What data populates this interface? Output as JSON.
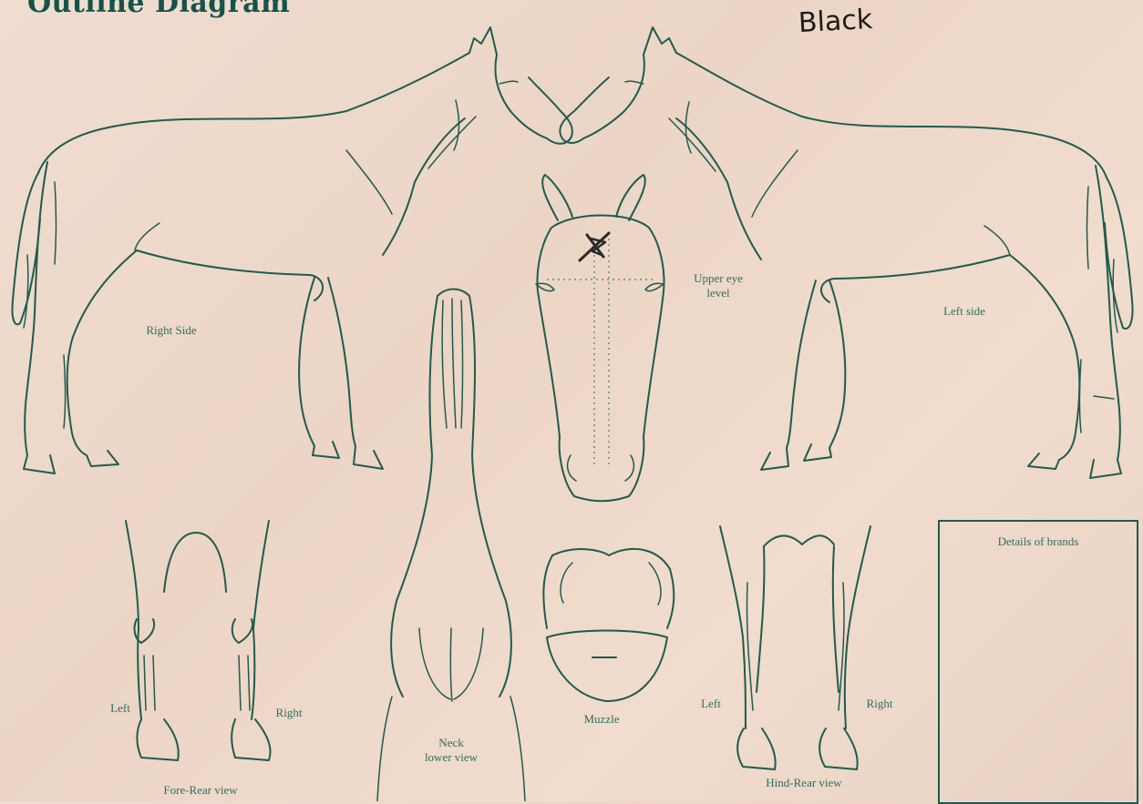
{
  "title": "Outline Diagram",
  "handwritten_note": "Black",
  "labels": {
    "right_side": "Right Side",
    "left_side": "Left side",
    "upper_eye_level_1": "Upper eye",
    "upper_eye_level_2": "level",
    "fore_left": "Left",
    "fore_right": "Right",
    "fore_rear_view": "Fore-Rear view",
    "neck_1": "Neck",
    "neck_2": "lower view",
    "muzzle": "Muzzle",
    "hind_left": "Left",
    "hind_right": "Right",
    "hind_rear_view": "Hind-Rear view"
  },
  "brands_box": {
    "title": "Details of brands"
  },
  "mark": {
    "description": "X",
    "color": "#2a2a2a"
  }
}
